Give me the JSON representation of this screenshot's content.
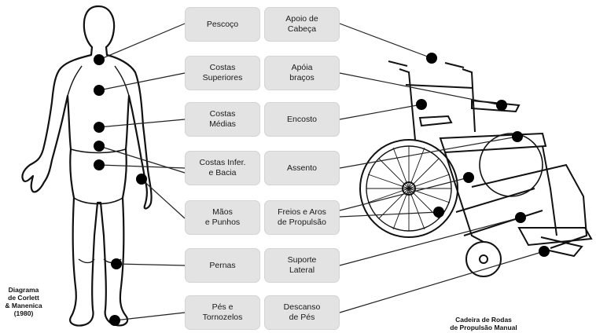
{
  "left_labels": [
    {
      "id": "pescoco",
      "text": "Pescoço"
    },
    {
      "id": "costas-superiores",
      "text": "Costas\nSuperiores"
    },
    {
      "id": "costas-medias",
      "text": "Costas\nMédias"
    },
    {
      "id": "costas-infer-bacia",
      "text": "Costas Infer.\ne Bacia"
    },
    {
      "id": "maos-punhos",
      "text": "Mãos\ne Punhos"
    },
    {
      "id": "pernas",
      "text": "Pernas"
    },
    {
      "id": "pes-tornozelos",
      "text": "Pés e\nTornozelos"
    }
  ],
  "right_labels": [
    {
      "id": "apoio-cabeca",
      "text": "Apoio de\nCabeça"
    },
    {
      "id": "apoia-bracos",
      "text": "Apóia\nbraços"
    },
    {
      "id": "encosto",
      "text": "Encosto"
    },
    {
      "id": "assento",
      "text": "Assento"
    },
    {
      "id": "freios-aros",
      "text": "Freios e Aros\nde Propulsão"
    },
    {
      "id": "suporte-lateral",
      "text": "Suporte\nLateral"
    },
    {
      "id": "descanso-pes",
      "text": "Descanso\nde Pés"
    }
  ],
  "body_caption": "Diagrama\nde Corlett\n& Manenica\n(1980)",
  "chair_caption": "Cadeira de Rodas\nde Propulsão Manual",
  "colors": {
    "box": "#e3e3e3",
    "ink": "#111111",
    "marker": "#000000"
  }
}
